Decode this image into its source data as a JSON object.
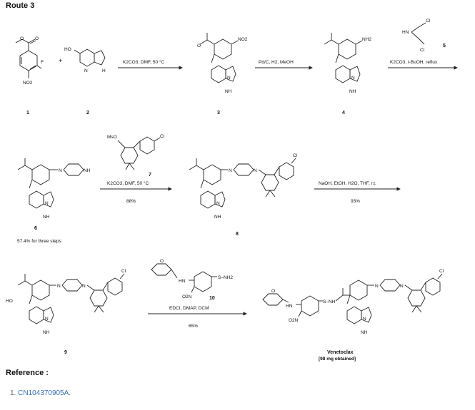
{
  "route_title": "Route 3",
  "compounds": {
    "c1": {
      "number": "1",
      "labels": {
        "o": "O",
        "f": "F",
        "no2": "NO2"
      }
    },
    "c2": {
      "number": "2",
      "labels": {
        "ho": "HO",
        "n": "N",
        "nh": "H"
      }
    },
    "c3": {
      "number": "3",
      "labels": {
        "no2": "NO2",
        "n": "N",
        "nh": "NH"
      }
    },
    "c4": {
      "number": "4",
      "labels": {
        "nh2": "NH2",
        "n": "N",
        "nh": "NH"
      }
    },
    "c5": {
      "number": "5",
      "labels": {
        "hn": "HN",
        "cl1": "Cl",
        "cl2": "Cl"
      }
    },
    "c6": {
      "number": "6",
      "yield": "57.4% for three steps",
      "labels": {
        "n": "N",
        "nh": "NH",
        "pyn": "N",
        "pynh": "NH"
      }
    },
    "c7": {
      "number": "7",
      "labels": {
        "mso": "MsO",
        "cl": "Cl"
      }
    },
    "c8": {
      "number": "8",
      "labels": {
        "n1": "N",
        "n2": "N",
        "cl": "Cl",
        "pyn": "N",
        "pynh": "NH"
      }
    },
    "c9": {
      "number": "9",
      "labels": {
        "ho": "HO",
        "n1": "N",
        "n2": "N",
        "cl": "Cl",
        "pyn": "N",
        "pynh": "NH"
      }
    },
    "c10": {
      "number": "10",
      "labels": {
        "hn": "HN",
        "o2n": "O2N",
        "sulfonamide": "S–NH2",
        "ring_o": "O"
      }
    },
    "product": {
      "name": "Venetoclax",
      "amount": "[98 mg obtained]",
      "labels": {
        "hn": "HN",
        "o2n": "O2N",
        "snh": "S–NH",
        "n1": "N",
        "n2": "N",
        "cl": "Cl",
        "pyn": "N",
        "pynh": "NH",
        "ring_o": "O"
      }
    }
  },
  "plus_sign": "+",
  "steps": [
    {
      "id": "step1",
      "reagents": "K2CO3, DMF, 50 °C",
      "yield": ""
    },
    {
      "id": "step2",
      "reagents": "Pd/C, H2, MeOH",
      "yield": ""
    },
    {
      "id": "step3",
      "reagents": "K2CO3, t-BuOH, reflux",
      "yield": ""
    },
    {
      "id": "step4",
      "reagents": "K2CO3, DMF, 50 °C",
      "yield": "88%"
    },
    {
      "id": "step5",
      "reagents": "NaOH, EtOH, H2O, THF, r.t.",
      "yield": "93%"
    },
    {
      "id": "step6",
      "reagents": "EDCI, DMAP, DCM",
      "yield": "65%"
    }
  ],
  "reference": {
    "title": "Reference :",
    "items": [
      {
        "index": "1.",
        "text": "CN104370905A."
      }
    ]
  }
}
